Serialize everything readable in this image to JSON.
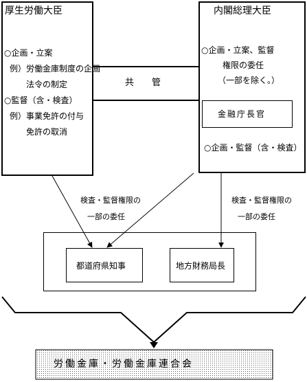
{
  "minister_labor": {
    "title": "厚生労働大臣",
    "lines": [
      "○企画・立案",
      "例）労働金庫制度の企画",
      "法令の制定",
      "○監督（含・検査）",
      "例）事業免許の付与",
      "免許の取消"
    ]
  },
  "prime_minister": {
    "title": "内閣総理大臣",
    "lines": [
      "○企画・立案、監督",
      "権限の委任",
      "（一部を除く。）"
    ]
  },
  "joint_label": "共　　管",
  "fsa": {
    "title": "金融庁長官",
    "duty": "○企画・監督（含・検査）"
  },
  "delegation_left": [
    "検査・監督権限の",
    "一部の委任"
  ],
  "delegation_right": [
    "検査・監督権限の",
    "一部の委任"
  ],
  "governor": "都道府県知事",
  "regional_bureau": "地方財務局長",
  "target": "労働金庫・労働金庫連合会"
}
